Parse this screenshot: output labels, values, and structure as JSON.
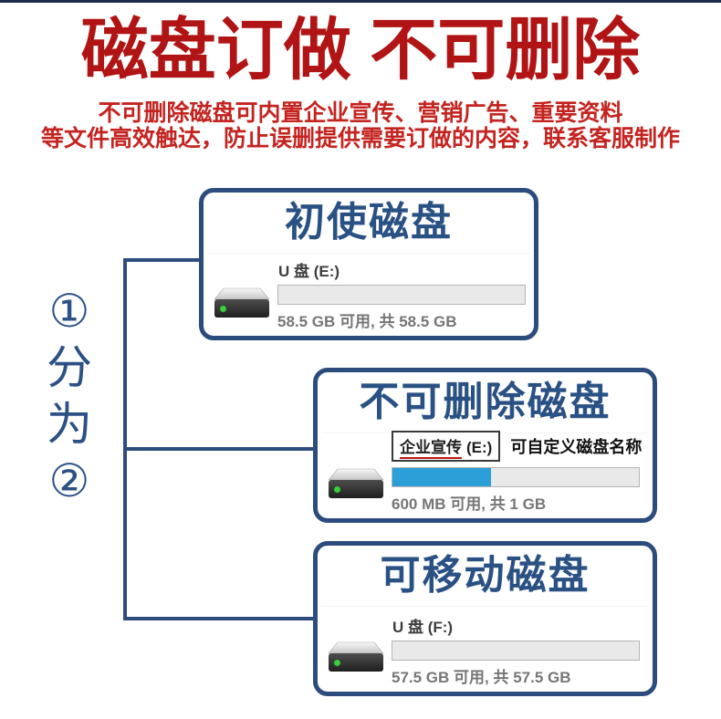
{
  "header": {
    "title": "磁盘订做 不可删除",
    "subtitle_lines": [
      "不可删除磁盘可内置企业宣传、营销广告、重要资料",
      "等文件高效触达，防止误删提供需要订做的内容，联系客服制作"
    ]
  },
  "split_label": {
    "chars": [
      "①",
      "分",
      "为",
      "②"
    ]
  },
  "boxes": [
    {
      "title": "初使磁盘",
      "drive_label": "U 盘 (E:)",
      "capacity_text": "58.5 GB 可用, 共 58.5 GB",
      "used_percent": 0
    },
    {
      "title": "不可删除磁盘",
      "drive_name": "企业宣传",
      "drive_letter": "(E:)",
      "annotation": "可自定义磁盘名称",
      "capacity_text": "600 MB 可用, 共 1 GB",
      "used_percent": 40
    },
    {
      "title": "可移动磁盘",
      "drive_label": "U 盘 (F:)",
      "capacity_text": "57.5 GB 可用, 共 57.5 GB",
      "used_percent": 0
    }
  ],
  "colors": {
    "top_accent": "#1f2a4e",
    "title_red": "#b11414",
    "subtitle_red": "#c42420",
    "diagram_navy": "#2e4d7f",
    "box_border_navy": "#2b4c7d",
    "box_title_navy": "#2a5184",
    "bar_fill_blue": "#2c9fd8",
    "bar_background": "#e9e9e9",
    "capacity_gray": "#767676",
    "led_green": "#3ccf3c",
    "rename_underline_red": "#c21515"
  }
}
